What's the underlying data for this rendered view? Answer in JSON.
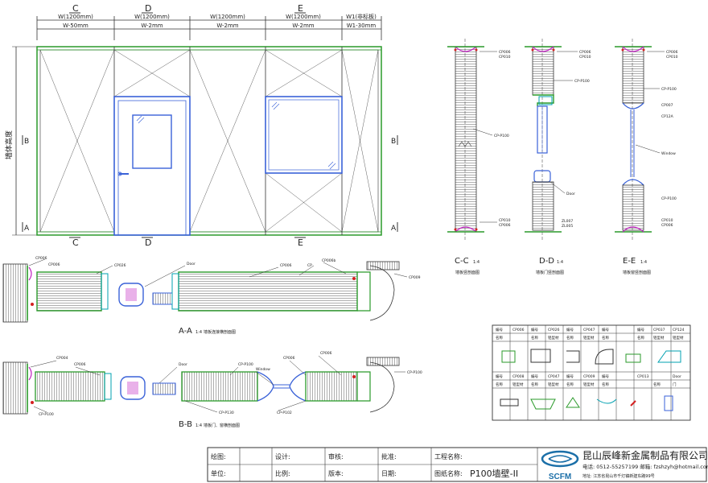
{
  "elevation": {
    "column_headers": [
      "W(1200mm)",
      "W(1200mm)",
      "W(1200mm)",
      "W(1200mm)",
      "W1(非标板)"
    ],
    "column_dims": [
      "W-50mm",
      "W-2mm",
      "W-2mm",
      "W-2mm",
      "W1-30mm"
    ],
    "height_label": "墙体高度",
    "section_marks": {
      "C": "C",
      "D": "D",
      "E": "E",
      "A": "A",
      "B": "B"
    }
  },
  "sections": {
    "aa": {
      "title": "A-A",
      "scale": "1:4",
      "caption": "墙板连接横剖面图",
      "callouts": [
        "CP006",
        "CP006",
        "CP026",
        "Door",
        "CP006",
        "CP",
        "CP006b",
        "CP009"
      ]
    },
    "bb": {
      "title": "B-B",
      "scale": "1:4",
      "caption": "墙板门、窗横剖面图",
      "callouts": [
        "CP004",
        "CP006",
        "CP-P100",
        "Door",
        "CP-P130",
        "Window",
        "CP006",
        "CP006",
        "CP-P100",
        "CP-P102",
        "CP-P100"
      ]
    },
    "cc": {
      "title": "C-C",
      "scale": "1:4",
      "caption": "墙板竖剖面图",
      "callouts": [
        "CP006",
        "CP010",
        "CP-P100",
        "CP010",
        "CP006"
      ]
    },
    "dd": {
      "title": "D-D",
      "scale": "1:4",
      "caption": "墙板门竖剖面图",
      "callouts": [
        "CP006",
        "CP010",
        "CP-P100",
        "Door",
        "ZL007",
        "ZL005"
      ]
    },
    "ee": {
      "title": "E-E",
      "scale": "1:4",
      "caption": "墙板窗竖剖面图",
      "callouts": [
        "CP006",
        "CP010",
        "CP-P100",
        "CP007",
        "CP12A",
        "Window",
        "CP-P100",
        "CP010",
        "CP006"
      ]
    }
  },
  "legend": {
    "row1_headers": [
      "编号",
      "CP006",
      "编号",
      "CP026",
      "编号",
      "CP047",
      "编号",
      "",
      "编号",
      "CP037",
      "CP124"
    ],
    "row1_names": [
      "名称",
      "",
      "名称",
      "铝型材",
      "名称",
      "铝型材",
      "名称",
      "",
      "名称",
      "铝型材",
      "铝型材"
    ],
    "row2_headers": [
      "编号",
      "CP008",
      "编号",
      "CP047",
      "编号",
      "CP009",
      "编号",
      "",
      "CP013",
      "Door"
    ],
    "row2_names": [
      "名称",
      "铝型材",
      "名称",
      "铝型材",
      "名称",
      "铝型材",
      "名称",
      "",
      "名称",
      "门"
    ]
  },
  "title_block": {
    "row1": {
      "drawn": "绘图:",
      "design": "设计:",
      "review": "审核:",
      "approve": "批准:",
      "project": "工程名称:"
    },
    "row2": {
      "unit": "单位:",
      "scale": "比例:",
      "version": "版本:",
      "date": "日期:",
      "drawing_name_label": "图纸名称:",
      "drawing_name": "P100墙壁-II"
    },
    "company": {
      "logo_text": "SCFM",
      "name": "昆山辰峰新金属制品有限公司",
      "phone_line": "电话: 0512-55257199  邮箱: fzshzyh@hotmail.com",
      "address_line": "地址: 江苏省昆山市千灯镇新建东路99号"
    }
  },
  "colors": {
    "green": "#2a9a2a",
    "blue": "#3a62d8",
    "red": "#d42020",
    "magenta": "#c020c0",
    "cyan": "#00a0b0",
    "line": "#333333"
  }
}
